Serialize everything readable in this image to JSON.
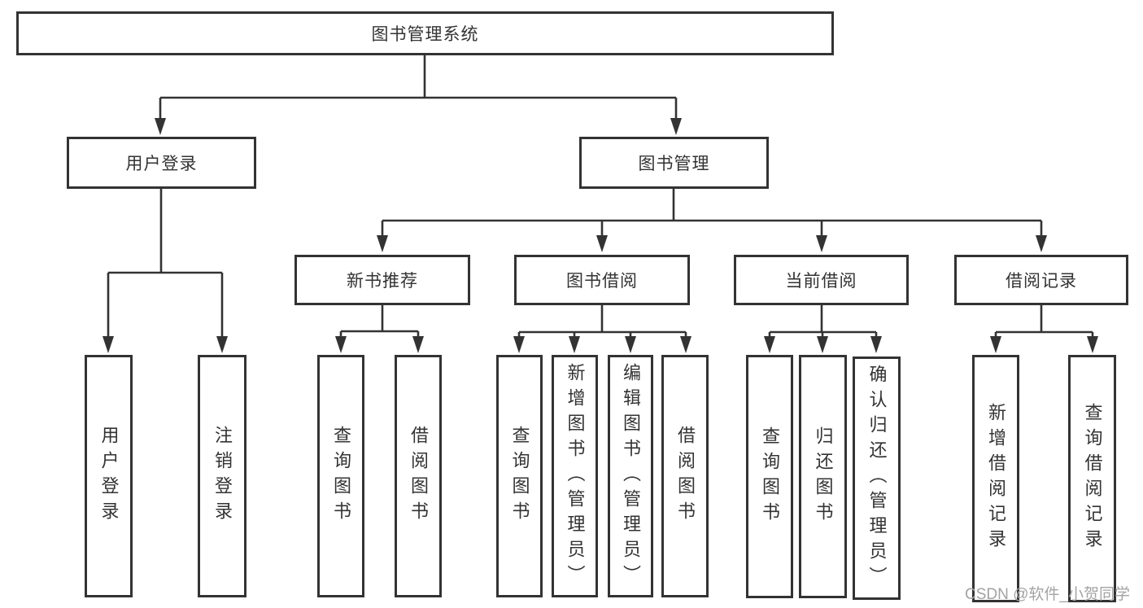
{
  "diagram": {
    "type": "hierarchy-tree",
    "title": "图书管理系统",
    "nodes": {
      "root": {
        "label": "图书管理系统"
      },
      "user_login": {
        "label": "用户登录"
      },
      "book_mgmt": {
        "label": "图书管理"
      },
      "new_book_rec": {
        "label": "新书推荐"
      },
      "book_borrow": {
        "label": "图书借阅"
      },
      "current_borrow": {
        "label": "当前借阅"
      },
      "borrow_record": {
        "label": "借阅记录"
      },
      "login_do": {
        "label": "用户登录"
      },
      "logout": {
        "label": "注销登录"
      },
      "rec_query": {
        "label": "查询图书"
      },
      "rec_borrow": {
        "label": "借阅图书"
      },
      "bb_query": {
        "label": "查询图书"
      },
      "bb_add": {
        "label": "新增图书（管理员）"
      },
      "bb_edit": {
        "label": "编辑图书（管理员）"
      },
      "bb_borrow": {
        "label": "借阅图书"
      },
      "cb_query": {
        "label": "查询图书"
      },
      "cb_return": {
        "label": "归还图书"
      },
      "cb_confirm": {
        "label": "确认归还（管理员）"
      },
      "br_add": {
        "label": "新增借阅记录"
      },
      "br_query": {
        "label": "查询借阅记录"
      }
    },
    "hierarchy": {
      "图书管理系统": [
        "用户登录",
        "图书管理"
      ],
      "用户登录": [
        "用户登录",
        "注销登录"
      ],
      "图书管理": [
        "新书推荐",
        "图书借阅",
        "当前借阅",
        "借阅记录"
      ],
      "新书推荐": [
        "查询图书",
        "借阅图书"
      ],
      "图书借阅": [
        "查询图书",
        "新增图书（管理员）",
        "编辑图书（管理员）",
        "借阅图书"
      ],
      "当前借阅": [
        "查询图书",
        "归还图书",
        "确认归还（管理员）"
      ],
      "借阅记录": [
        "新增借阅记录",
        "查询借阅记录"
      ]
    },
    "colors": {
      "line": "#333333",
      "text": "#333333",
      "background": "#ffffff"
    }
  },
  "watermark": {
    "text": "CSDN @软件_小贺同学",
    "color": "#a3a3a3"
  }
}
